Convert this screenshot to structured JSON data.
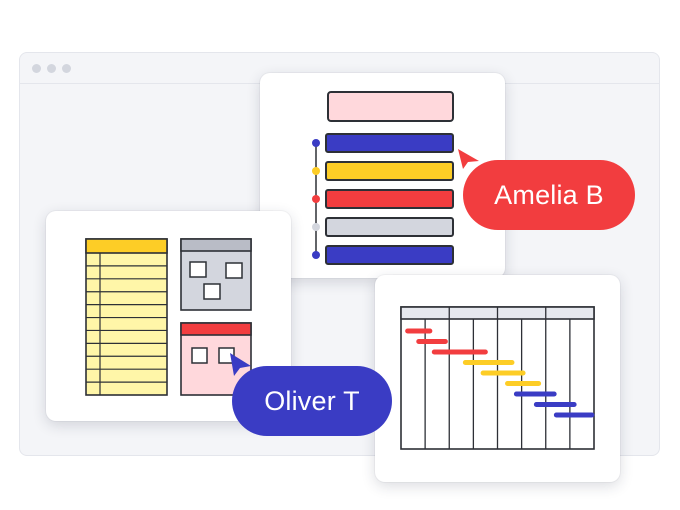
{
  "colors": {
    "red": "#f23d3f",
    "blue": "#3a3cc4",
    "yellow": "#fdcd26",
    "pale_yellow": "#fff6a8",
    "pink": "#ffd8dc",
    "gray": "#d3d6de",
    "ink": "#2d3036"
  },
  "window": {
    "controls": [
      "close-dot",
      "minimize-dot",
      "maximize-dot"
    ]
  },
  "cards": {
    "list": {
      "header_color": "pink",
      "rows": [
        "blue",
        "yellow",
        "red",
        "gray",
        "blue"
      ]
    },
    "board": {
      "table_rows": 11,
      "top_panel_color": "gray",
      "bottom_panel_color": "red"
    },
    "gantt": {
      "columns": 8,
      "bars": [
        {
          "row": 0,
          "start": 0.3,
          "end": 1.3,
          "color": "red"
        },
        {
          "row": 1,
          "start": 0.8,
          "end": 2.0,
          "color": "red"
        },
        {
          "row": 2,
          "start": 1.5,
          "end": 3.8,
          "color": "red"
        },
        {
          "row": 3,
          "start": 2.9,
          "end": 5.0,
          "color": "yellow"
        },
        {
          "row": 4,
          "start": 3.7,
          "end": 5.5,
          "color": "yellow"
        },
        {
          "row": 5,
          "start": 4.8,
          "end": 6.2,
          "color": "yellow"
        },
        {
          "row": 6,
          "start": 5.2,
          "end": 6.9,
          "color": "blue"
        },
        {
          "row": 7,
          "start": 6.1,
          "end": 7.8,
          "color": "blue"
        },
        {
          "row": 8,
          "start": 7.0,
          "end": 8.6,
          "color": "blue"
        }
      ]
    }
  },
  "collaborators": [
    {
      "name": "Amelia B",
      "color": "red"
    },
    {
      "name": "Oliver T",
      "color": "blue"
    }
  ]
}
